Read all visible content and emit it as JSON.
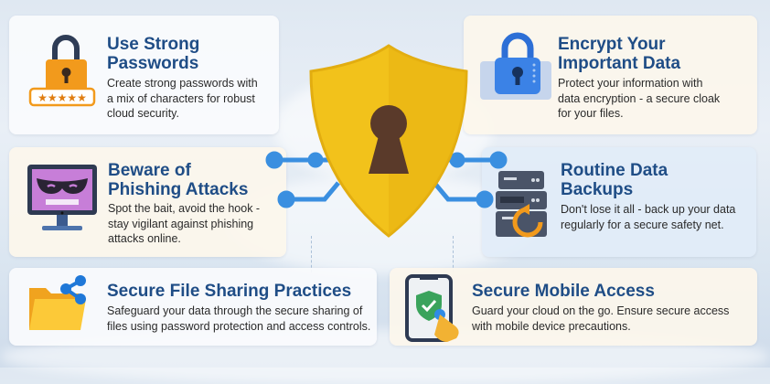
{
  "tips": [
    {
      "id": "strong-passwords",
      "title_line1": "Use Strong",
      "title_line2": "Passwords",
      "desc_line1": "Create strong passwords with",
      "desc_line2": "a mix of characters for robust",
      "desc_line3": "cloud security.",
      "icon": "padlock-password-icon"
    },
    {
      "id": "encrypt-data",
      "title_line1": "Encrypt Your",
      "title_line2": "Important Data",
      "desc_line1": "Protect your information with",
      "desc_line2": "data encryption - a secure cloak",
      "desc_line3": "for your files.",
      "icon": "encrypted-lock-icon"
    },
    {
      "id": "phishing",
      "title_line1": "Beware of",
      "title_line2": "Phishing Attacks",
      "desc_line1": "Spot the bait, avoid the hook -",
      "desc_line2": "stay vigilant against phishing",
      "desc_line3": "attacks online.",
      "icon": "phishing-monitor-icon"
    },
    {
      "id": "backups",
      "title_line1": "Routine Data",
      "title_line2": "Backups",
      "desc_line1": "Don't lose it all - back up your data",
      "desc_line2": "regularly for a secure safety net.",
      "icon": "server-backup-icon"
    },
    {
      "id": "file-sharing",
      "title_line1": "Secure File Sharing Practices",
      "desc_line1": "Safeguard your data through the secure sharing of",
      "desc_line2": "files using password protection and access controls.",
      "icon": "shared-folder-icon"
    },
    {
      "id": "mobile",
      "title_line1": "Secure Mobile Access",
      "desc_line1": "Guard your cloud on the go. Ensure secure access",
      "desc_line2": "with mobile device precautions.",
      "icon": "mobile-shield-icon"
    }
  ],
  "center": {
    "icon": "shield-keyhole-icon"
  },
  "colors": {
    "title": "#1f4d86",
    "shield": "#f2c21b",
    "keyhole": "#5a3a2a",
    "accent_blue": "#3a8fe0",
    "orange": "#f29a1c"
  }
}
